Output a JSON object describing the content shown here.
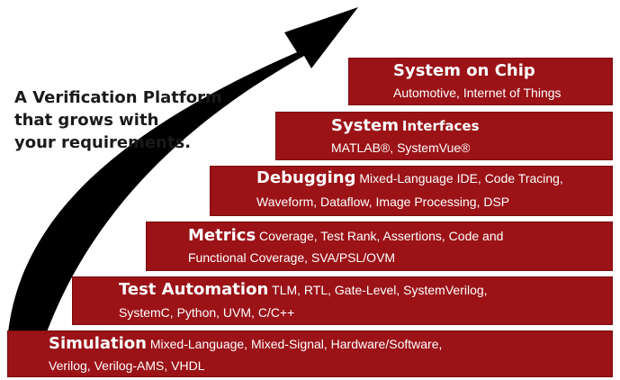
{
  "tagline": [
    "A Verification Platform",
    "that grows with",
    "your requirements."
  ],
  "colors": {
    "step_fill": "#9b1217",
    "arrow": "#000000",
    "text_on_step": "#ffffff"
  },
  "steps": [
    {
      "title": "System on Chip",
      "desc_line1": "",
      "desc_line2": "Automotive, Internet of Things"
    },
    {
      "title": "System",
      "title_suffix": "Interfaces",
      "desc_line1": "",
      "desc_line2": "MATLAB®, SystemVue®"
    },
    {
      "title": "Debugging",
      "desc_line1": "Mixed-Language IDE, Code Tracing,",
      "desc_line2": "Waveform, Dataflow, Image Processing, DSP"
    },
    {
      "title": "Metrics",
      "desc_line1": "Coverage, Test Rank, Assertions, Code and",
      "desc_line2": "Functional Coverage, SVA/PSL/OVM"
    },
    {
      "title": "Test Automation",
      "desc_line1": "TLM, RTL, Gate-Level, SystemVerilog,",
      "desc_line2": "SystemC, Python, UVM, C/C++"
    },
    {
      "title": "Simulation",
      "desc_line1": "Mixed-Language, Mixed-Signal, Hardware/Software,",
      "desc_line2": "Verilog, Verilog-AMS, VHDL"
    }
  ]
}
